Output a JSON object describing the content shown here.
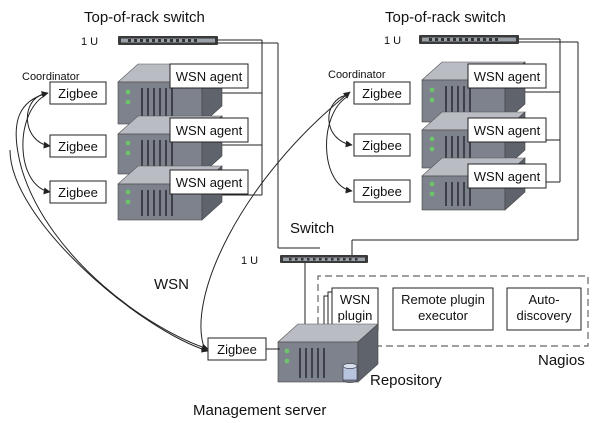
{
  "rack_left": {
    "title": "Top-of-rack switch",
    "unit": "1 U",
    "coordinator_label": "Coordinator",
    "zigbee": [
      "Zigbee",
      "Zigbee",
      "Zigbee"
    ],
    "agents": [
      "WSN agent",
      "WSN agent",
      "WSN agent"
    ]
  },
  "rack_right": {
    "title": "Top-of-rack switch",
    "unit": "1 U",
    "coordinator_label": "Coordinator",
    "zigbee": [
      "Zigbee",
      "Zigbee",
      "Zigbee"
    ],
    "agents": [
      "WSN agent",
      "WSN agent",
      "WSN agent"
    ]
  },
  "core": {
    "switch_label": "Switch",
    "unit": "1 U",
    "wsn_label": "WSN"
  },
  "nagios": {
    "label": "Nagios",
    "plugin_line1": "WSN",
    "plugin_line2": "plugin",
    "executor_line1": "Remote plugin",
    "executor_line2": "executor",
    "autodisc_line1": "Auto-",
    "autodisc_line2": "discovery"
  },
  "management": {
    "zigbee": "Zigbee",
    "repository": "Repository",
    "server_label": "Management server"
  },
  "colors": {
    "server_top": "#b9bcc3",
    "server_front": "#7d828c",
    "server_side": "#5e636c",
    "led": "#6cc36c",
    "switch_body": "#3a3a3a"
  }
}
